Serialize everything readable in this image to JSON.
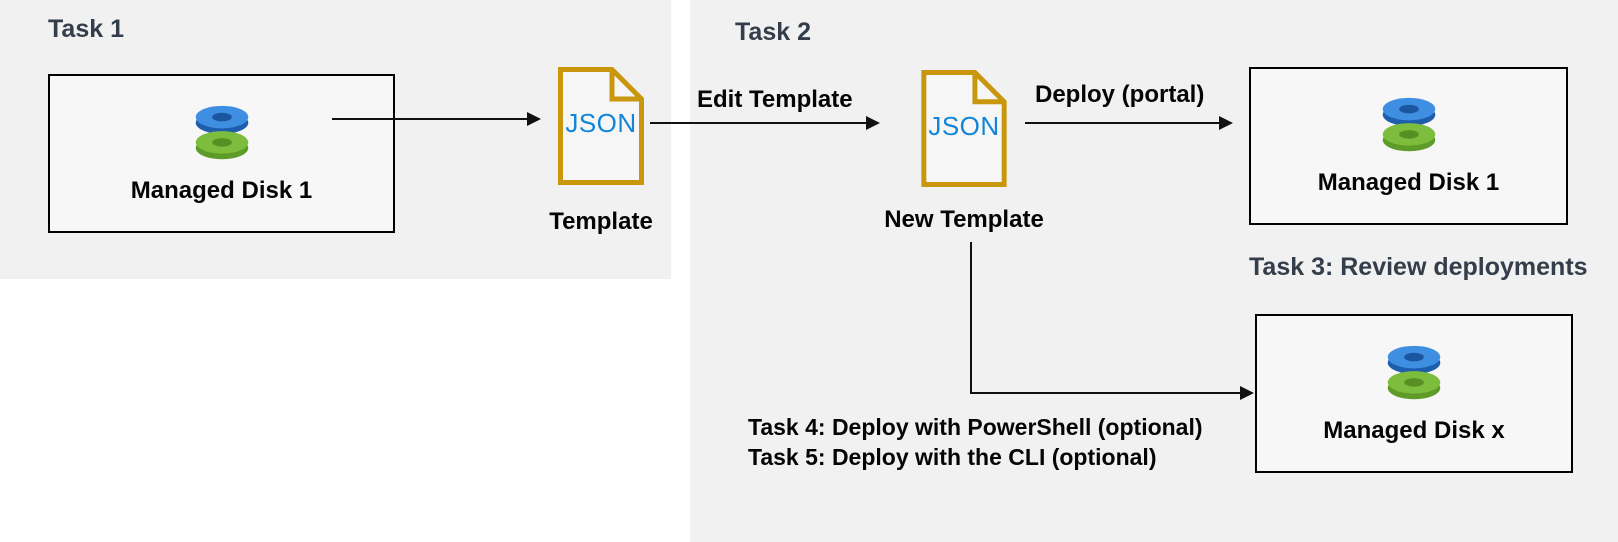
{
  "diagram": {
    "task1": {
      "heading": "Task 1",
      "disk_box": {
        "label": "Managed Disk 1"
      },
      "template_file": {
        "file_type": "JSON",
        "caption": "Template"
      }
    },
    "task2": {
      "heading": "Task 2",
      "edit_arrow_label": "Edit Template",
      "template_file": {
        "file_type": "JSON",
        "caption": "New Template"
      },
      "deploy_arrow_label": "Deploy (portal)",
      "deployed_disk_box": {
        "label": "Managed Disk 1"
      },
      "optional_disk_box": {
        "label": "Managed Disk x"
      }
    },
    "annotations": {
      "task3": "Task 3: Review deployments",
      "task4": "Task 4: Deploy with PowerShell (optional)",
      "task5": "Task 5: Deploy with the CLI (optional)"
    },
    "colors": {
      "page_bg": "#ffffff",
      "panel_bg": "#f1f1f1",
      "heading_text": "#333e4a",
      "label_text": "#050505",
      "arrow": "#111111",
      "json_file_border": "#c8970d",
      "json_text": "#1285d8",
      "disk_blue": "#3e8fe2",
      "disk_blue_dark": "#1e5fad",
      "disk_green": "#7cbd3d",
      "disk_green_dark": "#5e9b28"
    }
  }
}
